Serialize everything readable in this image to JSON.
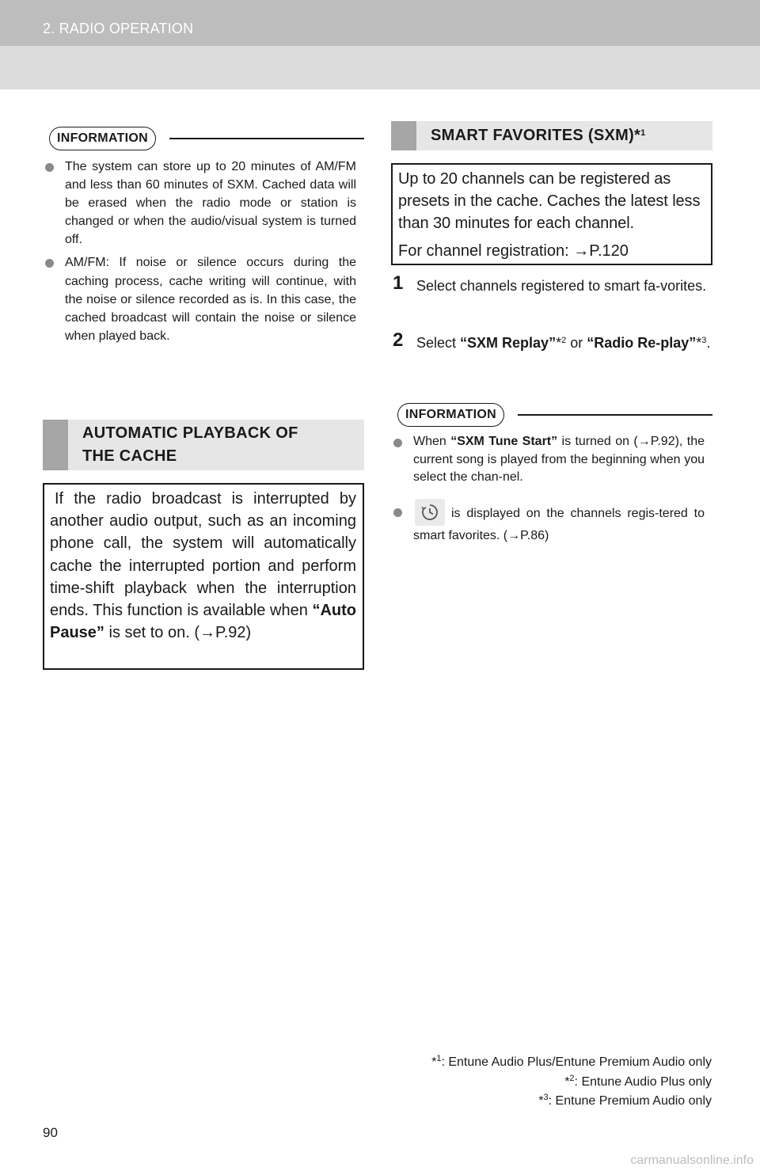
{
  "header": {
    "section_title": "2. RADIO OPERATION"
  },
  "left": {
    "info_label": "INFORMATION",
    "bullet1": "The system can store up to 20 minutes of AM/FM and less than 60 minutes of SXM. Cached data will be erased when the radio mode or station is changed or when the audio/visual system is turned off.",
    "bullet2": "AM/FM: If noise or silence occurs during the caching process, cache writing will continue, with the noise or silence recorded as is. In this case, the cached broadcast will contain the noise or silence when played back.",
    "banner_line1": "AUTOMATIC PLAYBACK OF",
    "banner_line2": "THE CACHE",
    "box_text": "If the radio broadcast is interrupted by another audio output, such as an incoming phone call, the system will automatically cache the interrupted portion and perform time-shift playback when the interruption ends. This function is available when ",
    "box_bold": "“Auto Pause”",
    "box_tail": " is set to on. (→P.92)"
  },
  "right": {
    "banner_title": "SMART FAVORITES (SXM)*",
    "banner_sup": "1",
    "box_text": "Up to 20 channels can be registered as presets in the cache. Caches the latest less than 30 minutes for each channel.",
    "box_ref": "For channel registration: →P.120",
    "step1_num": "1",
    "step1_text": "Select channels registered to smart fa-vorites.",
    "step2_num": "2",
    "step2_pre": "Select ",
    "step2_b1": "“SXM Replay”",
    "step2_s1": "*",
    "step2_sup1": "2",
    "step2_mid": " or ",
    "step2_b2": "“Radio Re-play”",
    "step2_s2": "*",
    "step2_sup2": "3",
    "step2_end": ".",
    "info_label": "INFORMATION",
    "bullet1_pre": "When ",
    "bullet1_bold": "“SXM Tune Start”",
    "bullet1_post": " is turned on (→P.92), the current song is played from the beginning when you select the chan-nel.",
    "bullet2_text": "is displayed on the channels regis-tered to smart favorites. (→P.86)"
  },
  "footnotes": [
    {
      "mark": "*",
      "sup": "1",
      "text": ": Entune Audio Plus/Entune Premium Audio only"
    },
    {
      "mark": "*",
      "sup": "2",
      "text": ": Entune Audio Plus only"
    },
    {
      "mark": "*",
      "sup": "3",
      "text": ": Entune Premium Audio only"
    }
  ],
  "page_number": "90",
  "watermark": "carmanualsonline.info",
  "icons": {
    "smart_favorite": "clock-icon"
  },
  "colors": {
    "header_band": "#dcdcdc",
    "header_strip": "#bdbdbd",
    "banner_bg": "#e6e6e6",
    "banner_accent": "#a6a6a6",
    "bullet": "#8a8a8a"
  }
}
